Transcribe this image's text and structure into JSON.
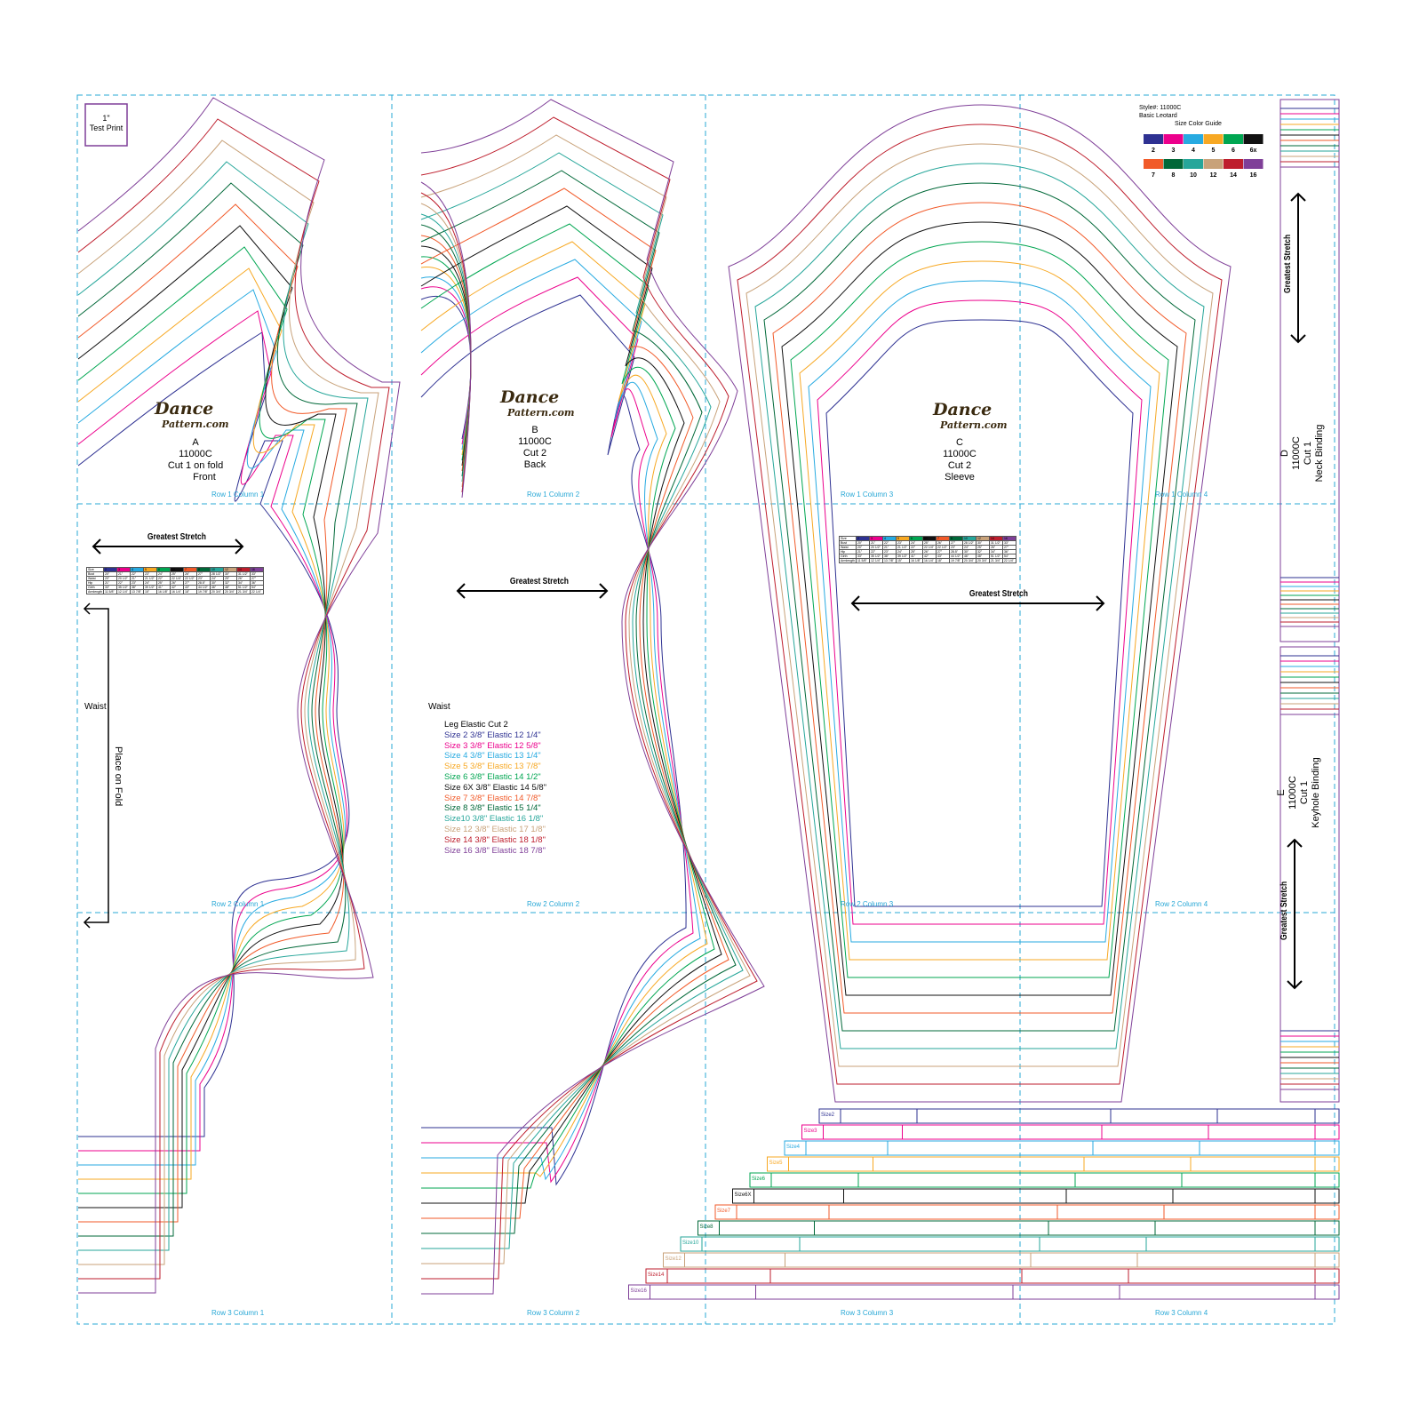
{
  "test_print": {
    "line1": "1\"",
    "line2": "Test Print"
  },
  "style_box": {
    "style": "Style#: 11000C",
    "name": "Basic Leotard",
    "guide_title": "Size Color Guide",
    "row1": [
      {
        "size": "2",
        "color": "#2e3192"
      },
      {
        "size": "3",
        "color": "#ec008c"
      },
      {
        "size": "4",
        "color": "#27aae1"
      },
      {
        "size": "5",
        "color": "#f7a823"
      },
      {
        "size": "6",
        "color": "#00a651"
      },
      {
        "size": "6x",
        "color": "#111111"
      }
    ],
    "row2": [
      {
        "size": "7",
        "color": "#f15a29"
      },
      {
        "size": "8",
        "color": "#006838"
      },
      {
        "size": "10",
        "color": "#26a69a"
      },
      {
        "size": "12",
        "color": "#c8a27a"
      },
      {
        "size": "14",
        "color": "#be1e2d"
      },
      {
        "size": "16",
        "color": "#7f3f98"
      }
    ]
  },
  "pieces": {
    "a": {
      "letter": "A",
      "code": "11000C",
      "cut": "Cut 1 on fold",
      "name": "Front"
    },
    "b": {
      "letter": "B",
      "code": "11000C",
      "cut": "Cut 2",
      "name": "Back"
    },
    "c": {
      "letter": "C",
      "code": "11000C",
      "cut": "Cut 2",
      "name": "Sleeve"
    },
    "d": {
      "letter": "D",
      "code": "11000C",
      "cut": "Cut 1",
      "name": "Neck Binding"
    },
    "e": {
      "letter": "E",
      "code": "11000C",
      "cut": "Cut 1",
      "name": "Keyhole Binding"
    }
  },
  "logo": {
    "line1": "Dance",
    "line2": "Pattern.com"
  },
  "labels": {
    "greatest_stretch": "Greatest Stretch",
    "waist": "Waist",
    "place_on_fold": "Place on Fold"
  },
  "grid_labels": [
    "Row 1 Column 1",
    "Row 1 Column 2",
    "Row 1 Column 3",
    "Row 1 Column 4",
    "Row 2 Column 1",
    "Row 2 Column 2",
    "Row 2 Column 3",
    "Row 2 Column 4",
    "Row 3 Column 1",
    "Row 3 Column 2",
    "Row 3 Column 3",
    "Row 3 Column 4"
  ],
  "leg_elastic": {
    "title": "Leg Elastic Cut 2",
    "rows": [
      {
        "size": "Size 2",
        "spec": "3/8\" Elastic 12 1/4\"",
        "color": "#2e3192"
      },
      {
        "size": "Size 3",
        "spec": "3/8\" Elastic 12 5/8\"",
        "color": "#ec008c"
      },
      {
        "size": "Size 4",
        "spec": "3/8\" Elastic 13 1/4\"",
        "color": "#27aae1"
      },
      {
        "size": "Size 5",
        "spec": "3/8\" Elastic 13 7/8\"",
        "color": "#f7a823"
      },
      {
        "size": "Size 6",
        "spec": "3/8\" Elastic 14 1/2\"",
        "color": "#00a651"
      },
      {
        "size": "Size 6X",
        "spec": "3/8\" Elastic 14 5/8\"",
        "color": "#111111"
      },
      {
        "size": "Size 7",
        "spec": "3/8\" Elastic 14 7/8\"",
        "color": "#f15a29"
      },
      {
        "size": "Size 8",
        "spec": "3/8\" Elastic 15 1/4\"",
        "color": "#006838"
      },
      {
        "size": "Size10",
        "spec": "3/8\" Elastic 16 1/8\"",
        "color": "#26a69a"
      },
      {
        "size": "Size 12",
        "spec": "3/8\" Elastic 17 1/8\"",
        "color": "#c8a27a"
      },
      {
        "size": "Size 14",
        "spec": "3/8\" Elastic 18 1/8\"",
        "color": "#be1e2d"
      },
      {
        "size": "Size 16",
        "spec": "3/8\" Elastic 18 7/8\"",
        "color": "#7f3f98"
      }
    ]
  },
  "binding_strips": [
    {
      "label": "Size2",
      "color": "#2e3192"
    },
    {
      "label": "Size3",
      "color": "#ec008c"
    },
    {
      "label": "Size4",
      "color": "#27aae1"
    },
    {
      "label": "Size5",
      "color": "#f7a823"
    },
    {
      "label": "Size6",
      "color": "#00a651"
    },
    {
      "label": "Size6X",
      "color": "#111111"
    },
    {
      "label": "Size7",
      "color": "#f15a29"
    },
    {
      "label": "Size8",
      "color": "#006838"
    },
    {
      "label": "Size10",
      "color": "#26a69a"
    },
    {
      "label": "Size12",
      "color": "#c8a27a"
    },
    {
      "label": "Size14",
      "color": "#be1e2d"
    },
    {
      "label": "Size16",
      "color": "#7f3f98"
    }
  ],
  "size_table": {
    "header": [
      "Size",
      "2",
      "3",
      "4",
      "5",
      "6",
      "6X",
      "7",
      "8",
      "10",
      "12",
      "14",
      "16"
    ],
    "rows": [
      [
        "Bust",
        "20\"",
        "21\"",
        "22\"",
        "23\"",
        "24\"",
        "25\"",
        "26\"",
        "27\"",
        "28 1/2\"",
        "30\"",
        "31 1/2\"",
        "33\""
      ],
      [
        "Waist",
        "20\"",
        "20 1/2\"",
        "21\"",
        "21 1/2\"",
        "22\"",
        "22 1/4\"",
        "22 1/2\"",
        "23\"",
        "24\"",
        "25\"",
        "26\"",
        "27\""
      ],
      [
        "Hip",
        "21\"",
        "22\"",
        "23\"",
        "24\"",
        "25\"",
        "26\"",
        "27\"",
        "28.5\"",
        "30\"",
        "32\"",
        "34\"",
        "36\""
      ],
      [
        "Girth",
        "33\"",
        "35 1/2\"",
        "38\"",
        "39 1/2\"",
        "41\"",
        "42\"",
        "43\"",
        "44 1/2\"",
        "46\"",
        "48\"",
        "51 1/2\"",
        "54\""
      ],
      [
        "Armlength",
        "11 5/8\"",
        "12 1/4\"",
        "13 7/8\"",
        "15\"",
        "16 1/8\"",
        "16 1/4\"",
        "18\"",
        "19 7/8\"",
        "20 3/4\"",
        "20 3/4\"",
        "21 3/4\"",
        "22 1/4\""
      ]
    ]
  }
}
